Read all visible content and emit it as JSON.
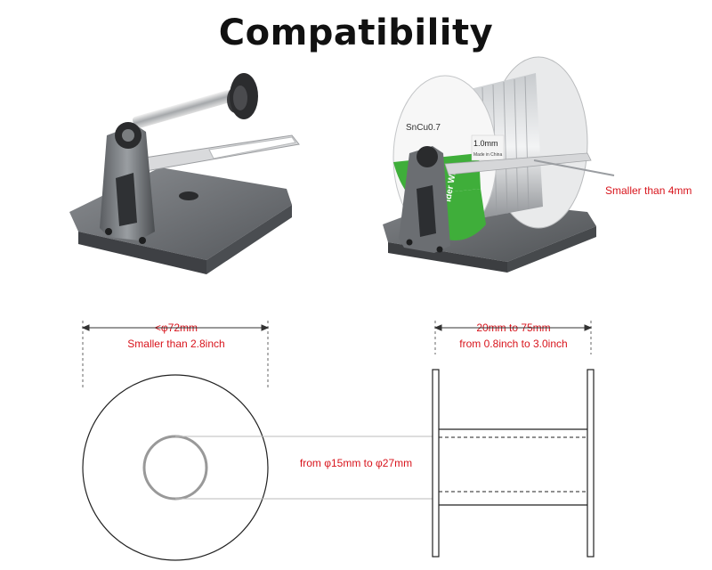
{
  "title": "Compatibility",
  "photo_right": {
    "spool_label_1": "SnCu0.7",
    "spool_label_2": "1.0mm",
    "spool_label_3": "Made in China",
    "spool_label_4": "lder Wire",
    "wire_note": "Smaller than 4mm"
  },
  "diagram": {
    "diameter_mm": "<φ72mm",
    "diameter_in": "Smaller than 2.8inch",
    "width_mm": "20mm to 75mm",
    "width_in": "from 0.8inch to 3.0inch",
    "core_range": "from φ15mm to φ27mm"
  },
  "colors": {
    "annotation": "#d8141c",
    "metal": "#6b6e72",
    "green_label": "#3fae3a"
  }
}
